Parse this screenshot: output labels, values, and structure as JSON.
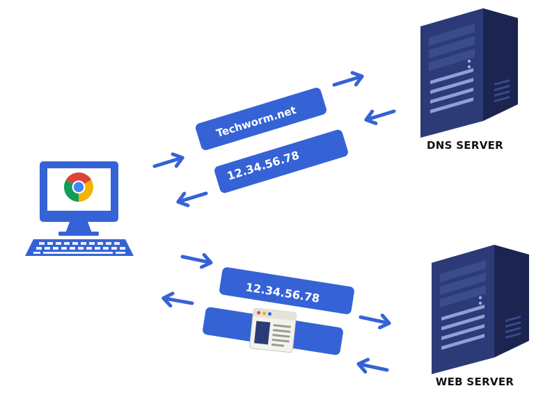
{
  "labels": {
    "dns_server": "DNS SERVER",
    "web_server": "WEB SERVER"
  },
  "pills": {
    "domain_request": "Techworm.net",
    "dns_response": "12.34.56.78",
    "web_request": "12.34.56.78"
  },
  "icons": {
    "computer": "computer-icon",
    "browser": "chrome-browser-icon",
    "server": "server-tower-icon",
    "webpage": "webpage-icon",
    "arrow": "arrow-icon"
  },
  "colors": {
    "primary_blue": "#3563d6",
    "server_dark": "#1f2a57",
    "server_mid": "#2c3b78",
    "server_light": "#4a5c9e",
    "text_dark": "#111111"
  }
}
